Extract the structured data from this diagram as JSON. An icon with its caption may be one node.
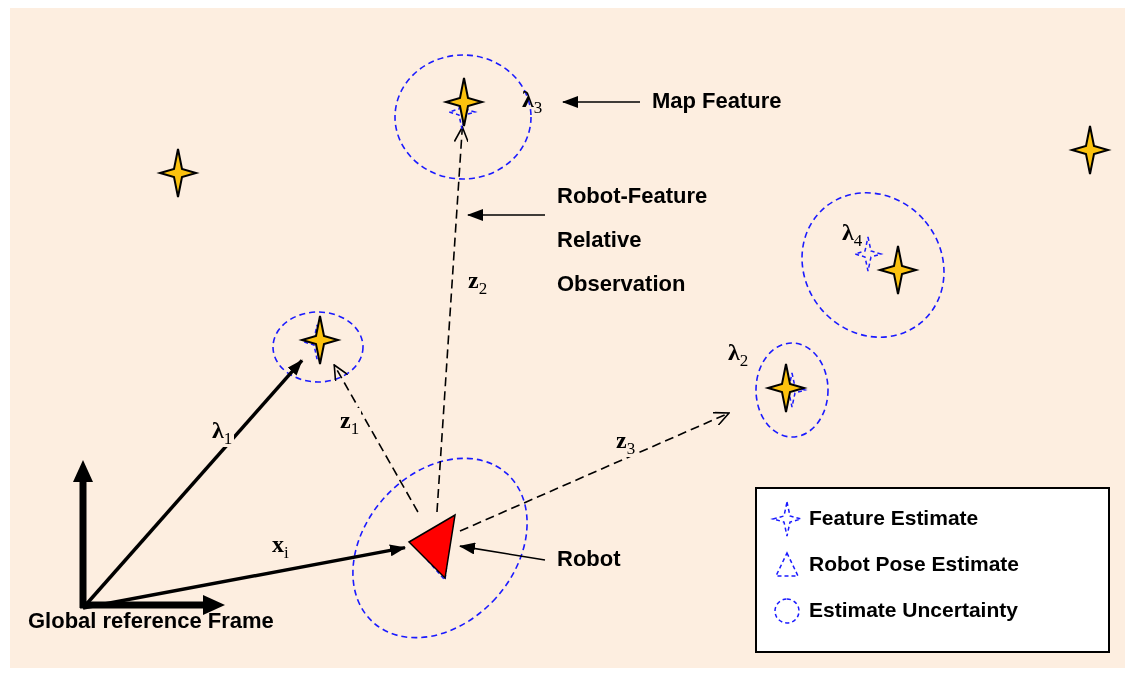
{
  "diagram": {
    "nodes": [
      {
        "text": [
          "Global reference Frame"
        ]
      },
      {
        "text": [],
        "shape": "star"
      },
      {
        "text": [],
        "shape": "star",
        "beside": [
          "λ$_{3}$"
        ]
      },
      {
        "text": [],
        "shape": "star"
      },
      {
        "text": [],
        "shape": "star",
        "beside": [
          "λ$_{4}$"
        ]
      },
      {
        "text": [],
        "shape": "star",
        "beside": [
          "λ$_{2}$"
        ]
      },
      {
        "text": [],
        "shape": "star"
      },
      {
        "text": [],
        "shape": "triangle"
      },
      {
        "text": [
          "Map Feature"
        ]
      },
      {
        "text": [
          "Robot-Feature Relative Observation"
        ]
      },
      {
        "text": [
          "Robot"
        ]
      }
    ],
    "edges": [
      {
        "from": 0,
        "to": 3,
        "arrow": "to",
        "label": "λ$_{1}$",
        "style": "thick"
      },
      {
        "from": 0,
        "to": 7,
        "arrow": "to",
        "label": "x$_{i}$",
        "style": "thick"
      },
      {
        "from": 7,
        "to": 3,
        "arrow": "to",
        "label": "z$_{1}$",
        "style": "dashed"
      },
      {
        "from": 7,
        "to": 2,
        "arrow": "to",
        "label": "z$_{2}$",
        "style": "dashed"
      },
      {
        "from": 7,
        "to": 5,
        "arrow": "to",
        "label": "z$_{3}$",
        "style": "dashed"
      },
      {
        "from": 8,
        "to": 2,
        "arrow": "to"
      },
      {
        "from": 9,
        "to": null,
        "arrow": "to"
      },
      {
        "from": 10,
        "to": 7,
        "arrow": "to"
      }
    ],
    "legend": [
      {
        "text": "Feature Estimate"
      },
      {
        "text": "Robot Pose Estimate"
      },
      {
        "text": "Estimate Uncertainty"
      }
    ]
  }
}
